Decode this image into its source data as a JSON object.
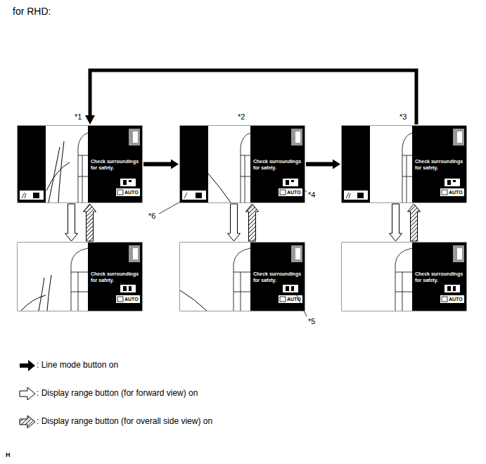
{
  "diagram": {
    "title": "for RHD:",
    "nodes": [
      {
        "text": [
          "Check surroundings for safety."
        ]
      },
      {
        "text": [
          "Check surroundings for safety."
        ]
      },
      {
        "text": [
          "Check surroundings for safety."
        ]
      },
      {
        "text": [
          "Check surroundings for safety."
        ]
      },
      {
        "text": [
          "Check surroundings for safety."
        ]
      },
      {
        "text": [
          "Check surroundings for safety."
        ]
      }
    ],
    "edges": [
      {
        "from": 0,
        "to": 1,
        "arrow": "to"
      },
      {
        "from": 1,
        "to": 2,
        "arrow": "to"
      },
      {
        "from": 2,
        "to": 0,
        "arrow": "to"
      },
      {
        "from": 0,
        "to": 3,
        "arrow": "to"
      },
      {
        "from": 3,
        "to": 0,
        "arrow": "to"
      },
      {
        "from": 1,
        "to": 4,
        "arrow": "to"
      },
      {
        "from": 4,
        "to": 1,
        "arrow": "to"
      },
      {
        "from": 2,
        "to": 5,
        "arrow": "to"
      },
      {
        "from": 5,
        "to": 2,
        "arrow": "to"
      }
    ],
    "labels": [
      "*1",
      "*2",
      "*3",
      "*4",
      "*5",
      "*6",
      "AUTO",
      "AUTO",
      "AUTO",
      "AUTO",
      "AUTO",
      "AUTO",
      "H"
    ],
    "legend": [
      {
        "text": ": Line mode button on"
      },
      {
        "text": ": Display range button (for forward view) on"
      },
      {
        "text": ": Display range button (for overall side view) on"
      }
    ]
  }
}
